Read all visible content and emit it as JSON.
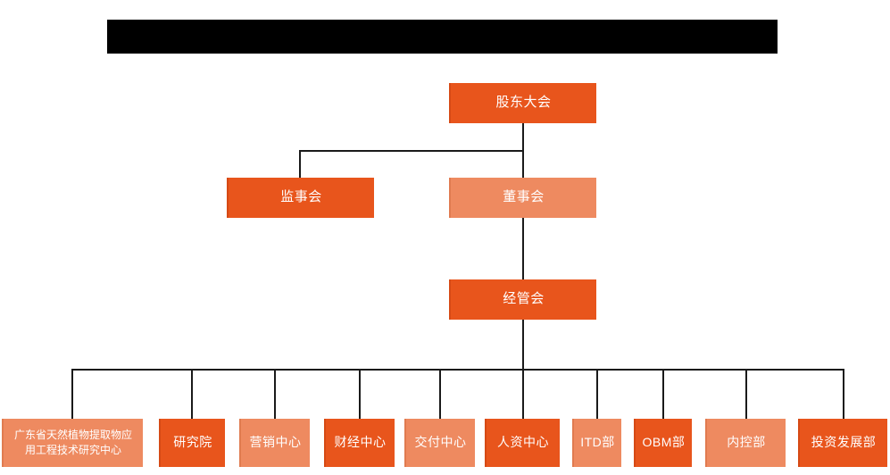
{
  "title_bar": {
    "name": "redacted-title-bar",
    "color": "#000000",
    "text": ""
  },
  "palette": {
    "dark_orange": "#E8551C",
    "light_orange": "#EE8A60",
    "line": "#1a1a1a",
    "text": "#FFFFFF",
    "background": "#FFFFFF"
  },
  "chart_data": {
    "type": "diagram",
    "subtype": "organization-chart",
    "title": "",
    "levels": [
      {
        "level": 1,
        "nodes": [
          {
            "id": "shareholders",
            "label": "股东大会",
            "tone": "dark"
          }
        ]
      },
      {
        "level": 2,
        "nodes": [
          {
            "id": "supervisors",
            "label": "监事会",
            "tone": "dark"
          },
          {
            "id": "directors",
            "label": "董事会",
            "tone": "light"
          }
        ]
      },
      {
        "level": 3,
        "nodes": [
          {
            "id": "management",
            "label": "经管会",
            "tone": "dark"
          }
        ]
      },
      {
        "level": 4,
        "nodes": [
          {
            "id": "research-center",
            "label": "广东省天然植物提取物应用工程技术研究中心",
            "tone": "light"
          },
          {
            "id": "institute",
            "label": "研究院",
            "tone": "dark"
          },
          {
            "id": "marketing",
            "label": "营销中心",
            "tone": "light"
          },
          {
            "id": "finance",
            "label": "财经中心",
            "tone": "dark"
          },
          {
            "id": "delivery",
            "label": "交付中心",
            "tone": "light"
          },
          {
            "id": "hr",
            "label": "人资中心",
            "tone": "dark"
          },
          {
            "id": "itd",
            "label": "ITD部",
            "tone": "light"
          },
          {
            "id": "obm",
            "label": "OBM部",
            "tone": "dark"
          },
          {
            "id": "internal-control",
            "label": "内控部",
            "tone": "light"
          },
          {
            "id": "investment",
            "label": "投资发展部",
            "tone": "dark"
          }
        ]
      }
    ],
    "edges": [
      {
        "from": "shareholders",
        "to": "supervisors"
      },
      {
        "from": "shareholders",
        "to": "directors"
      },
      {
        "from": "directors",
        "to": "management"
      },
      {
        "from": "management",
        "to": "research-center"
      },
      {
        "from": "management",
        "to": "institute"
      },
      {
        "from": "management",
        "to": "marketing"
      },
      {
        "from": "management",
        "to": "finance"
      },
      {
        "from": "management",
        "to": "delivery"
      },
      {
        "from": "management",
        "to": "hr"
      },
      {
        "from": "management",
        "to": "itd"
      },
      {
        "from": "management",
        "to": "obm"
      },
      {
        "from": "management",
        "to": "internal-control"
      },
      {
        "from": "management",
        "to": "investment"
      }
    ]
  },
  "nodes": {
    "shareholders": {
      "label": "股东大会"
    },
    "supervisors": {
      "label": "监事会"
    },
    "directors": {
      "label": "董事会"
    },
    "management": {
      "label": "经管会"
    },
    "research_center": {
      "line1": "广东省天然植物提取物应",
      "line2": "用工程技术研究中心",
      "label": "广东省天然植物提取物应用工程技术研究中心"
    },
    "institute": {
      "label": "研究院"
    },
    "marketing": {
      "label": "营销中心"
    },
    "finance": {
      "label": "财经中心"
    },
    "delivery": {
      "label": "交付中心"
    },
    "hr": {
      "label": "人资中心"
    },
    "itd": {
      "label": "ITD部"
    },
    "obm": {
      "label": "OBM部"
    },
    "internal_control": {
      "label": "内控部"
    },
    "investment": {
      "label": "投资发展部"
    }
  }
}
